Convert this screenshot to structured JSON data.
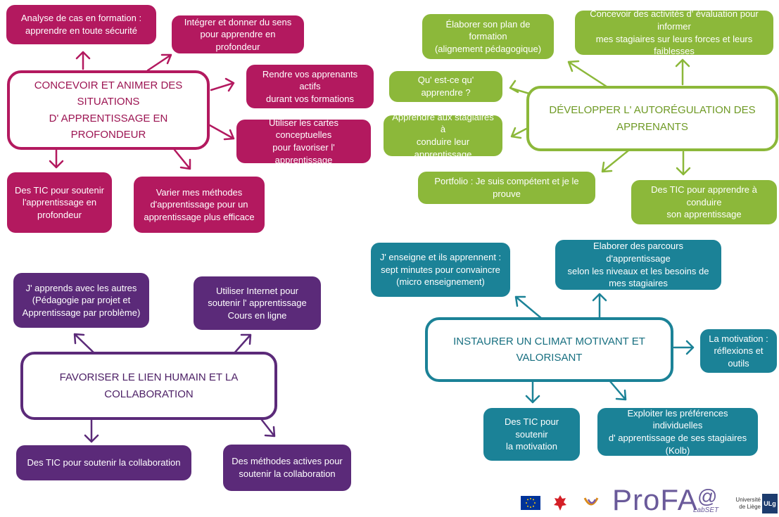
{
  "colors": {
    "magenta": "#b3195f",
    "green": "#8cb83a",
    "purple": "#5b2a79",
    "teal": "#1b8297"
  },
  "quadrants": {
    "q1": {
      "hub": "CONCEVOIR ET ANIMER DES SITUATIONS\nD' APPRENTISSAGE EN PROFONDEUR",
      "nodes": [
        "Analyse de cas en formation :\napprendre en toute sécurité",
        "Intégrer et donner du sens\npour apprendre en profondeur",
        "Rendre vos apprenants actifs\ndurant vos formations",
        "Utiliser les cartes conceptuelles\npour favoriser l' apprentissage",
        "Des TIC pour soutenir\nl'apprentissage en\nprofondeur",
        "Varier mes méthodes\nd'apprentissage pour un\napprentissage plus efficace"
      ]
    },
    "q2": {
      "hub": "DÉVELOPPER L' AUTORÉGULATION DES APPRENANTS",
      "nodes": [
        "Élaborer son plan de formation\n(alignement pédagogique)",
        "Concevoir des activités d' évaluation pour informer\nmes stagiaires sur leurs forces et leurs faiblesses",
        "Qu' est-ce qu' apprendre ?",
        "Apprendre aux stagiaires à\nconduire leur apprentissage",
        "Portfolio : Je suis compétent et je le prouve",
        "Des TIC pour apprendre à conduire\nson apprentissage"
      ]
    },
    "q3": {
      "hub": "FAVORISER LE LIEN HUMAIN ET LA COLLABORATION",
      "nodes": [
        "J' apprends avec les autres\n(Pédagogie par projet et\nApprentissage par problème)",
        "Utiliser Internet pour\nsoutenir l' apprentissage\nCours en ligne",
        "Des TIC pour soutenir la collaboration",
        "Des méthodes actives pour\nsoutenir la collaboration"
      ]
    },
    "q4": {
      "hub": "INSTAURER UN CLIMAT MOTIVANT ET VALORISANT",
      "nodes": [
        "J' enseigne et ils apprennent :\nsept minutes pour convaincre\n(micro enseignement)",
        "Elaborer des parcours d'apprentissage\nselon les niveaux et les besoins de\nmes stagiaires",
        "La motivation :\nréflexions et outils",
        "Des TIC pour soutenir\nla motivation",
        "Exploiter les préférences individuelles\nd' apprentissage de ses stagiaires (Kolb)"
      ]
    }
  },
  "footer": {
    "brand": "ProFA",
    "lab": "LabSET",
    "university": "Université\nde Liège",
    "uni_mark": "ULg"
  }
}
